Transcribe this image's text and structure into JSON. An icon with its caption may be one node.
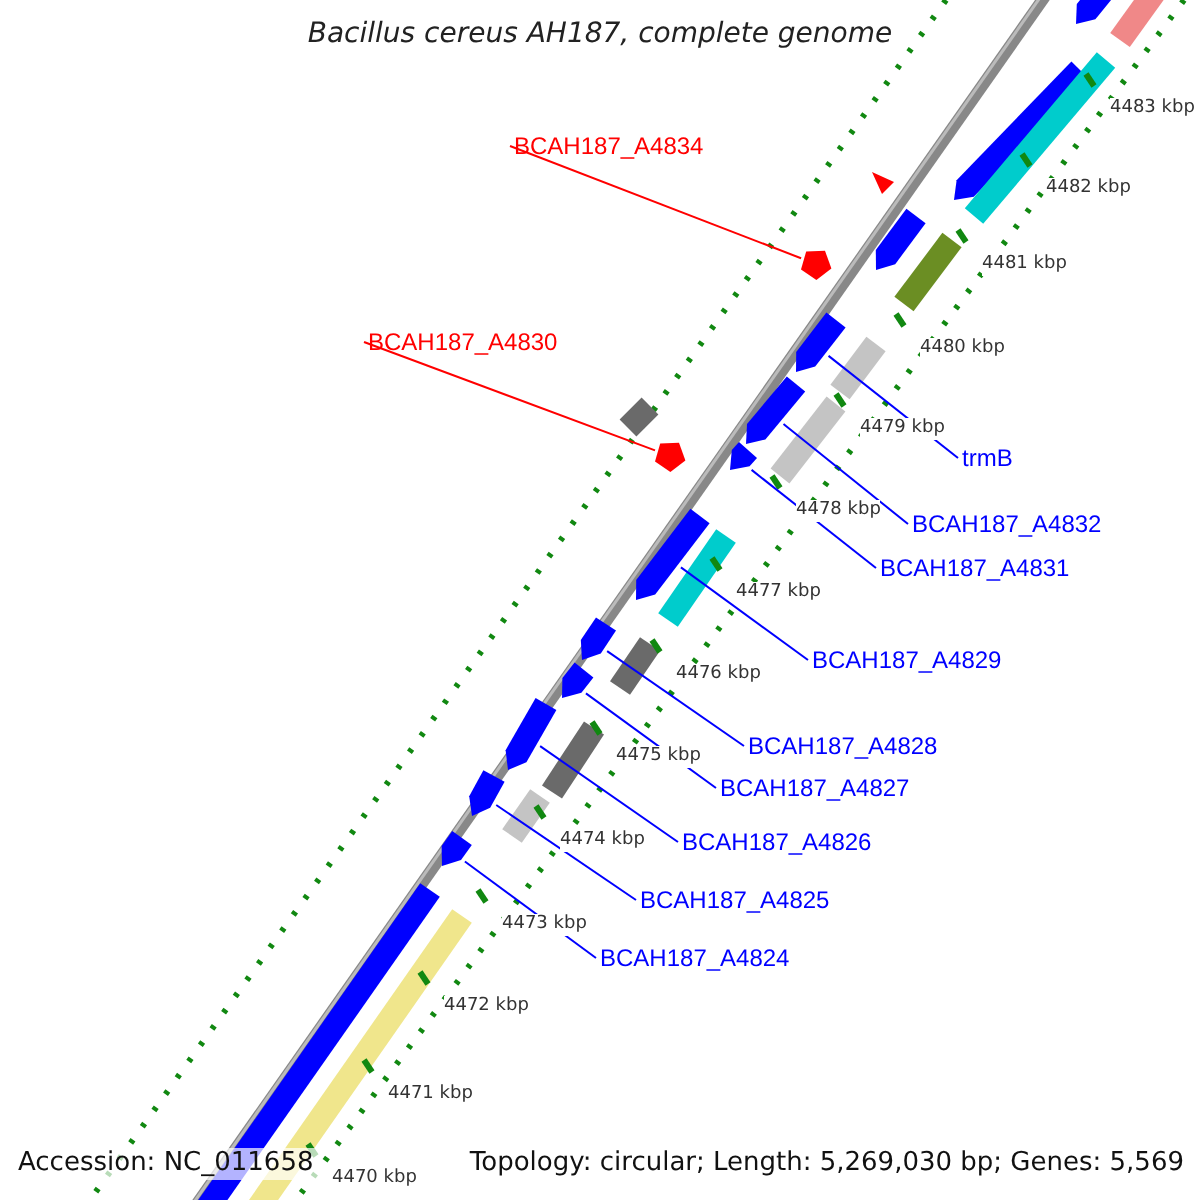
{
  "diagram": {
    "title": "Bacillus cereus AH187, complete genome",
    "nodes": [
      {
        "text": [
          "BCAH187_A4834"
        ]
      },
      {
        "text": [
          "BCAH187_A4830"
        ]
      },
      {
        "text": [
          "trmB"
        ]
      },
      {
        "text": [
          "BCAH187_A4832"
        ]
      },
      {
        "text": [
          "BCAH187_A4831"
        ]
      },
      {
        "text": [
          "BCAH187_A4829"
        ]
      },
      {
        "text": [
          "BCAH187_A4828"
        ]
      },
      {
        "text": [
          "BCAH187_A4827"
        ]
      },
      {
        "text": [
          "BCAH187_A4826"
        ]
      },
      {
        "text": [
          "BCAH187_A4825"
        ]
      },
      {
        "text": [
          "BCAH187_A4824"
        ]
      },
      {
        "text": [],
        "shape": "pentagon"
      },
      {
        "text": [],
        "shape": "pentagon"
      },
      {
        "text": [],
        "shape": "bar"
      },
      {
        "text": [],
        "shape": "bar"
      },
      {
        "text": [],
        "shape": "bar"
      },
      {
        "text": [],
        "shape": "bar"
      },
      {
        "text": [],
        "shape": "bar"
      },
      {
        "text": [],
        "shape": "bar"
      },
      {
        "text": [],
        "shape": "bar"
      },
      {
        "text": [],
        "shape": "bar"
      },
      {
        "text": [],
        "shape": "bar"
      },
      {
        "text": [],
        "shape": "bar"
      }
    ],
    "edges": [
      {
        "from": 0,
        "to": 11,
        "arrow": "none",
        "color": "#ff0000"
      },
      {
        "from": 1,
        "to": 12,
        "arrow": "none",
        "color": "#ff0000"
      },
      {
        "from": 2,
        "to": 13,
        "arrow": "none"
      },
      {
        "from": 3,
        "to": 14,
        "arrow": "none"
      },
      {
        "from": 4,
        "to": 15,
        "arrow": "none"
      },
      {
        "from": 5,
        "to": 16,
        "arrow": "none"
      },
      {
        "from": 6,
        "to": 17,
        "arrow": "none"
      },
      {
        "from": 7,
        "to": 18,
        "arrow": "none"
      },
      {
        "from": 8,
        "to": 19,
        "arrow": "none"
      },
      {
        "from": 9,
        "to": 20,
        "arrow": "none"
      },
      {
        "from": 10,
        "to": 21,
        "arrow": "none"
      }
    ],
    "labels": [
      "4483 kbp",
      "4482 kbp",
      "4481 kbp",
      "4480 kbp",
      "4479 kbp",
      "4478 kbp",
      "4477 kbp",
      "4476 kbp",
      "4475 kbp",
      "4474 kbp",
      "4473 kbp",
      "4472 kbp",
      "4471 kbp",
      "4470 kbp",
      "Accession: NC_011658",
      "Topology: circular; Length: 5,269,030 bp; Genes: 5,569"
    ]
  }
}
